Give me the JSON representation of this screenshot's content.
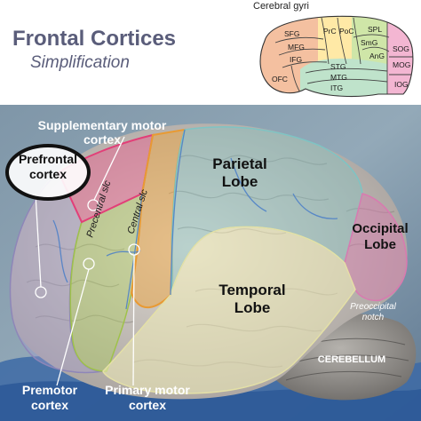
{
  "title": "Frontal Cortices",
  "subtitle": "Simplification",
  "gyri_diagram": {
    "title": "Cerebral gyri",
    "labels": [
      "SFG",
      "MFG",
      "IFG",
      "PrC",
      "PoC",
      "SPL",
      "SmG",
      "AnG",
      "OFC",
      "STG",
      "MTG",
      "ITG",
      "SOG",
      "MOG",
      "IOG"
    ]
  },
  "brain": {
    "lobes": {
      "parietal": "Parietal Lobe",
      "occipital": "Occipital Lobe",
      "temporal": "Temporal Lobe"
    },
    "sulci": {
      "precentral": "Precentral slc",
      "central": "Central slc"
    },
    "notch": "Preoccipital notch",
    "cerebellum": "CEREBELLUM"
  },
  "callouts": {
    "prefrontal": "Prefrontal cortex",
    "supplementary": "Supplementary motor cortex",
    "premotor": "Premotor cortex",
    "primary": "Primary motor cortex"
  },
  "colors": {
    "title": "#5a5d7a",
    "prefrontal": "#8e86b8",
    "supplementary": "#e23f78",
    "premotor": "#9fc24a",
    "primary": "#e89a33",
    "parietal": "#7ec4c4",
    "occipital": "#d97ab0",
    "temporal": "#e4e0a6"
  }
}
